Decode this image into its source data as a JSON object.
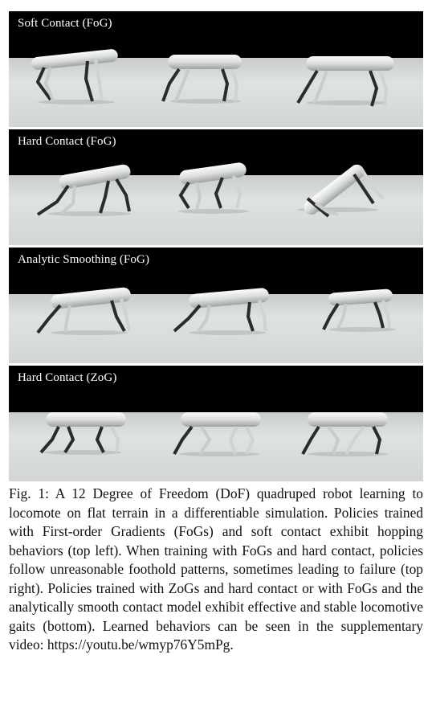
{
  "figure": {
    "panels": [
      {
        "label": "Soft Contact (FoG)",
        "robots": [
          "hopping robot",
          "hopping robot",
          "hopping robot"
        ]
      },
      {
        "label": "Hard Contact (FoG)",
        "robots": [
          "walking robot",
          "walking robot",
          "fallen robot"
        ]
      },
      {
        "label": "Analytic Smoothing (FoG)",
        "robots": [
          "walking robot",
          "walking robot",
          "walking robot"
        ]
      },
      {
        "label": "Hard Contact (ZoG)",
        "robots": [
          "walking robot",
          "walking robot",
          "walking robot"
        ]
      }
    ]
  },
  "caption": {
    "text": "Fig. 1: A 12 Degree of Freedom (DoF) quadruped robot learning to locomote on flat terrain in a differentiable simulation. Policies trained with First-order Gradients (FoGs) and soft contact exhibit hopping behaviors (top left). When training with FoGs and hard contact, policies follow unreasonable foothold patterns, sometimes leading to failure (top right). Policies trained with ZoGs and hard contact or with FoGs and the analytically smooth contact model exhibit effective and stable locomotive gaits (bottom). Learned behaviors can be seen in the supplementary video: https://youtu.be/wmyp76Y5mPg."
  },
  "colors": {
    "sky": "#000000",
    "floor": "#d9dcdc",
    "robot_body": "#e8eaea",
    "robot_leg_dark": "#2a2a2a"
  }
}
